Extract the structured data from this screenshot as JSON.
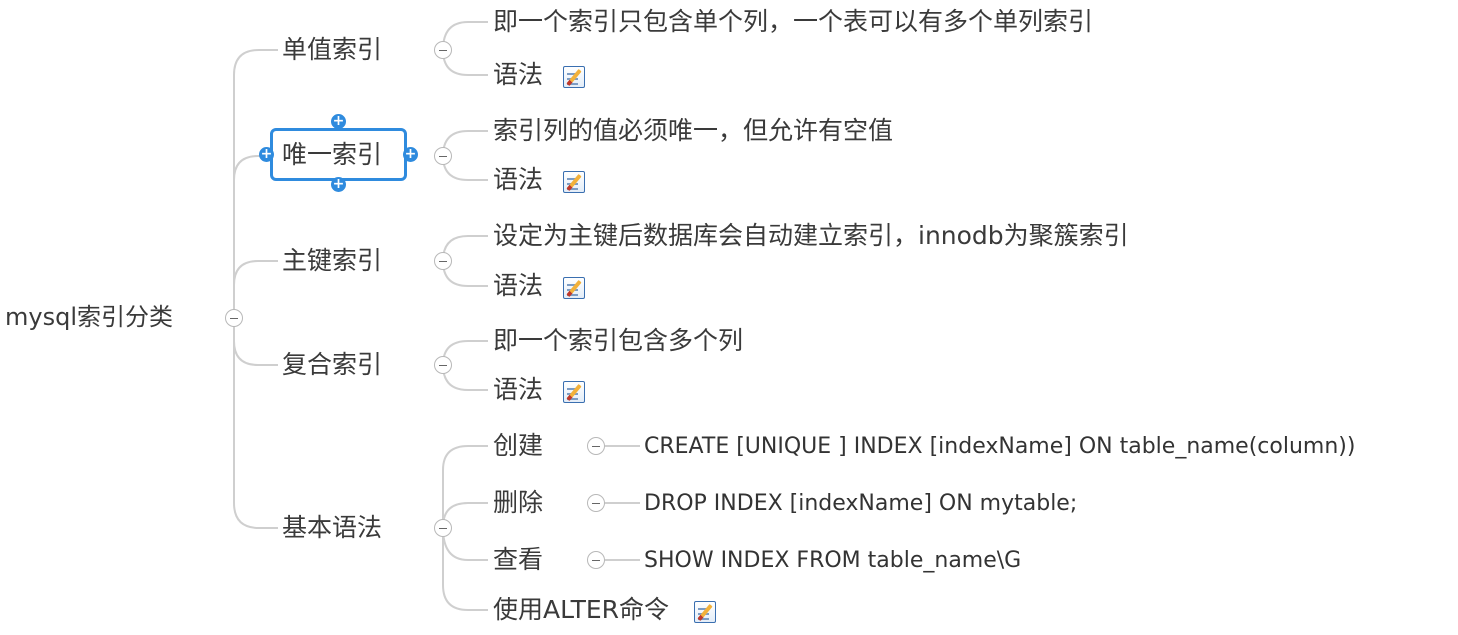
{
  "root": "mysql索引分类",
  "branches": [
    {
      "label": "单值索引",
      "desc": "即一个索引只包含单个列，一个表可以有多个单列索引",
      "syntax": "语法"
    },
    {
      "label": "唯一索引",
      "desc": "索引列的值必须唯一，但允许有空值",
      "syntax": "语法"
    },
    {
      "label": "主键索引",
      "desc": "设定为主键后数据库会自动建立索引，innodb为聚簇索引",
      "syntax": "语法"
    },
    {
      "label": "复合索引",
      "desc": "即一个索引包含多个列",
      "syntax": "语法"
    }
  ],
  "basic": {
    "label": "基本语法",
    "items": [
      {
        "label": "创建",
        "code": "CREATE  [UNIQUE ]  INDEX [indexName] ON table_name(column))"
      },
      {
        "label": "删除",
        "code": "DROP INDEX [indexName] ON mytable;"
      },
      {
        "label": "查看",
        "code": "SHOW INDEX FROM table_name\\G"
      }
    ],
    "alter": "使用ALTER命令"
  },
  "colors": {
    "line": "#cfcfcf",
    "selection": "#2f8bde",
    "text": "#3a3a3a"
  },
  "icons": {
    "collapse": "minus-circle-icon",
    "note": "note-edit-icon",
    "handle": "plus-handle-icon"
  }
}
